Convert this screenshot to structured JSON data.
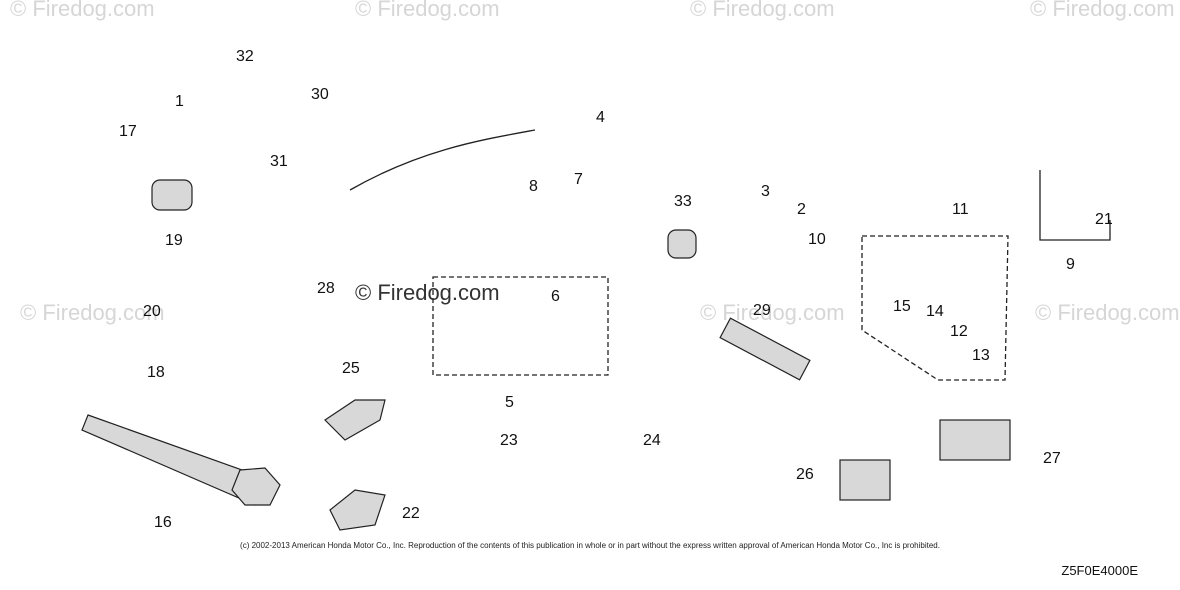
{
  "callouts": [
    "32",
    "1",
    "30",
    "17",
    "31",
    "19",
    "8",
    "4",
    "7",
    "3",
    "2",
    "33",
    "11",
    "10",
    "9",
    "21",
    "28",
    "6",
    "20",
    "15",
    "14",
    "12",
    "13",
    "29",
    "5",
    "18",
    "25",
    "16",
    "23",
    "24",
    "26",
    "27",
    "22"
  ],
  "watermark": "© Firedog.com",
  "copyright": "(c) 2002-2013 American Honda Motor Co., Inc. Reproduction of the contents of this publication in whole or in part without the express written approval of American Honda Motor Co., Inc is prohibited.",
  "diagram_code": "Z5F0E4000E"
}
